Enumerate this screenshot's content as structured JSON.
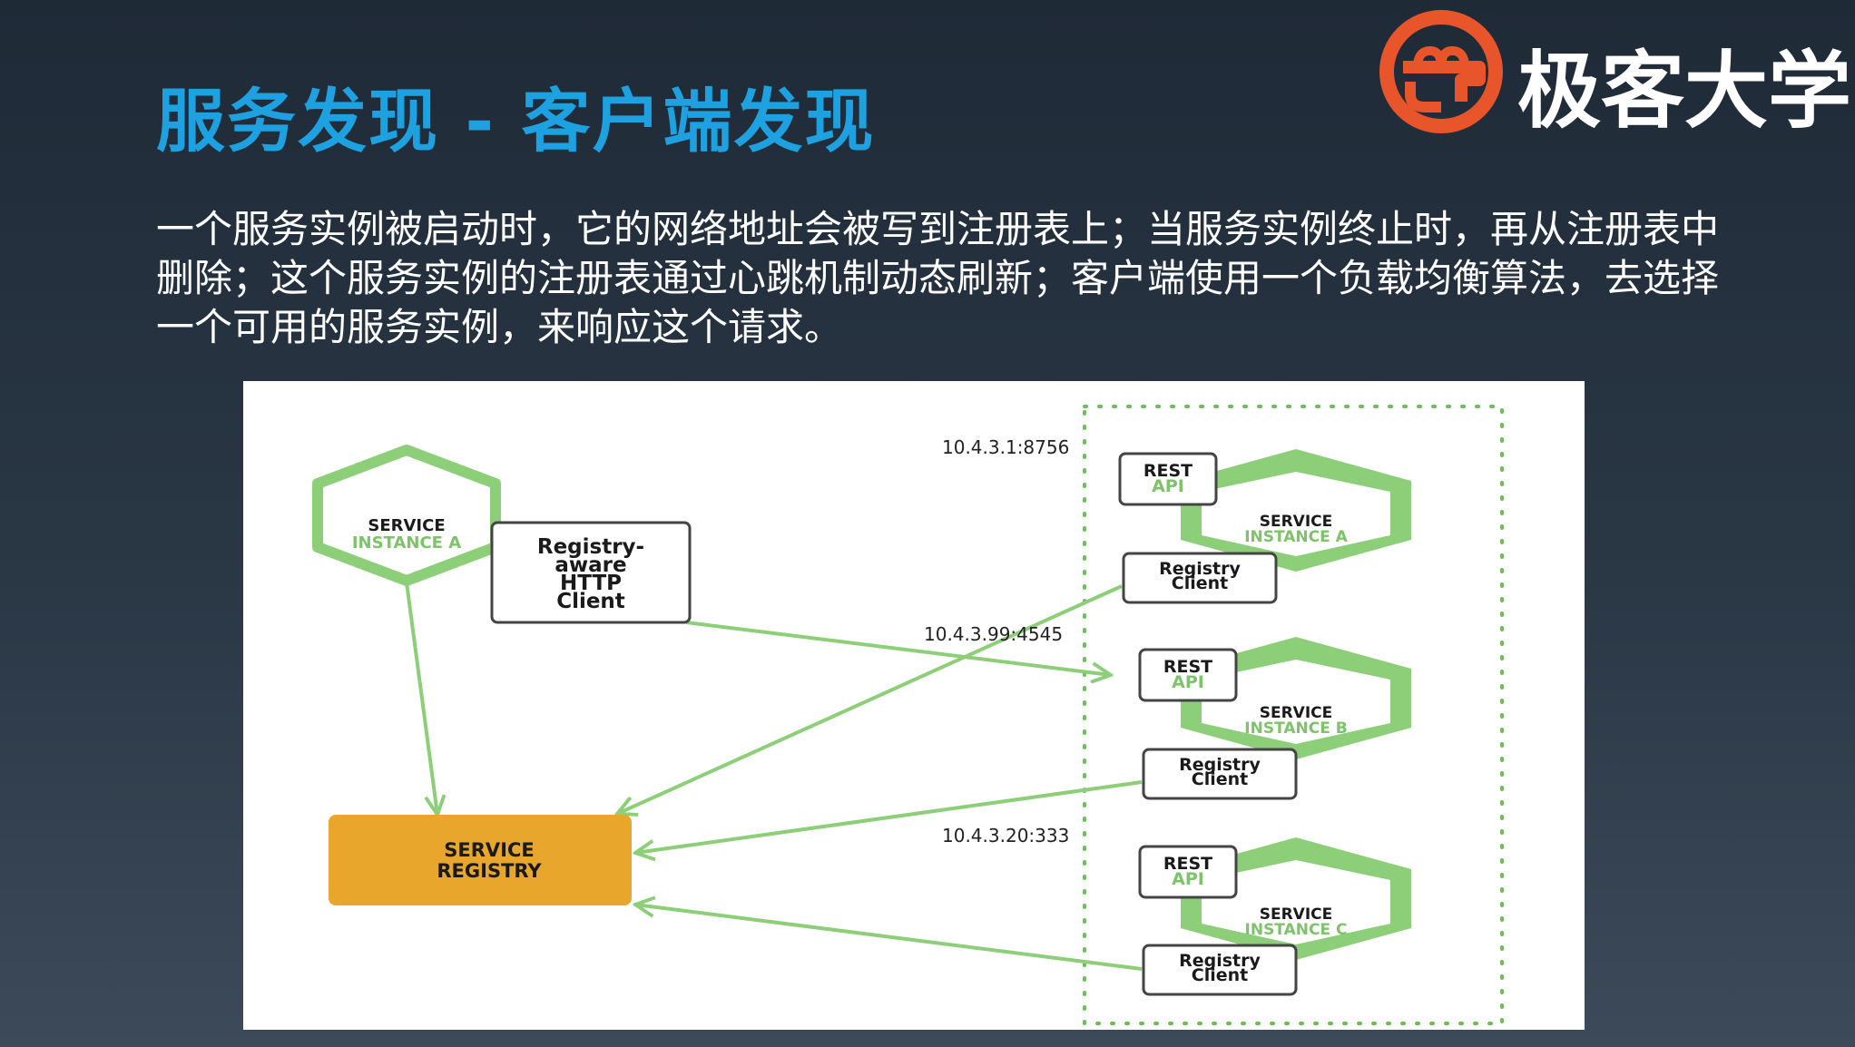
{
  "slide": {
    "title": "服务发现 - 客户端发现",
    "paragraph_lines": [
      "一个服务实例被启动时，它的网络地址会被写到注册表上；当服务实例终止时，再从注册表中",
      "删除；这个服务实例的注册表通过心跳机制动态刷新；客户端使用一个负载均衡算法，去选择",
      "一个可用的服务实例，来响应这个请求。"
    ]
  },
  "logo": {
    "text": "极客大学",
    "mark_icon": "geek-university-logo-icon",
    "color": "#e8552a"
  },
  "diagram": {
    "client_service": {
      "line1": "SERVICE",
      "line2": "INSTANCE A"
    },
    "http_client": {
      "line1": "Registry-",
      "line2": "aware",
      "line3": "HTTP",
      "line4": "Client"
    },
    "registry": {
      "line1": "SERVICE",
      "line2": "REGISTRY",
      "color": "#e8a62c"
    },
    "instances": [
      {
        "ip": "10.4.3.1:8756",
        "rest1": "REST",
        "rest2": "API",
        "svc1": "SERVICE",
        "svc2": "INSTANCE A",
        "client1": "Registry",
        "client2": "Client"
      },
      {
        "ip": "10.4.3.99:4545",
        "rest1": "REST",
        "rest2": "API",
        "svc1": "SERVICE",
        "svc2": "INSTANCE B",
        "client1": "Registry",
        "client2": "Client"
      },
      {
        "ip": "10.4.3.20:333",
        "rest1": "REST",
        "rest2": "API",
        "svc1": "SERVICE",
        "svc2": "INSTANCE C",
        "client1": "Registry",
        "client2": "Client"
      }
    ],
    "colors": {
      "green": "#8ccf78",
      "dark_green": "#7cc36a",
      "dotted_border": "#6cc05a"
    }
  }
}
